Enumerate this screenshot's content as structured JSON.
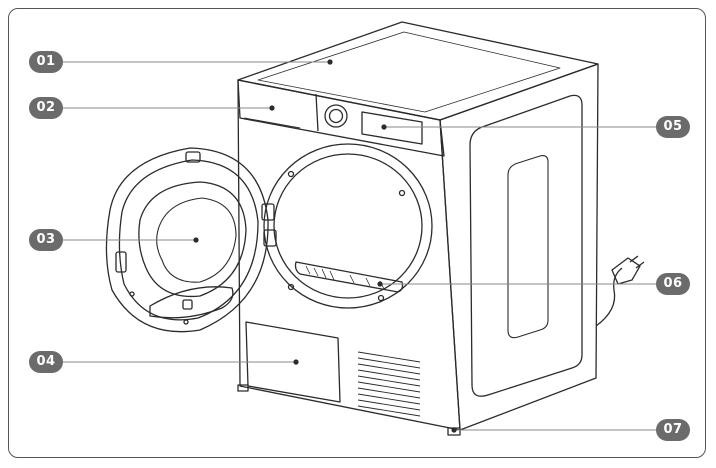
{
  "callouts": [
    {
      "id": "01",
      "label": "01"
    },
    {
      "id": "02",
      "label": "02"
    },
    {
      "id": "03",
      "label": "03"
    },
    {
      "id": "04",
      "label": "04"
    },
    {
      "id": "05",
      "label": "05"
    },
    {
      "id": "06",
      "label": "06"
    },
    {
      "id": "07",
      "label": "07"
    }
  ],
  "colors": {
    "badge": "#6b6b6b",
    "outline": "#2b2b2b",
    "leader": "#888888"
  }
}
